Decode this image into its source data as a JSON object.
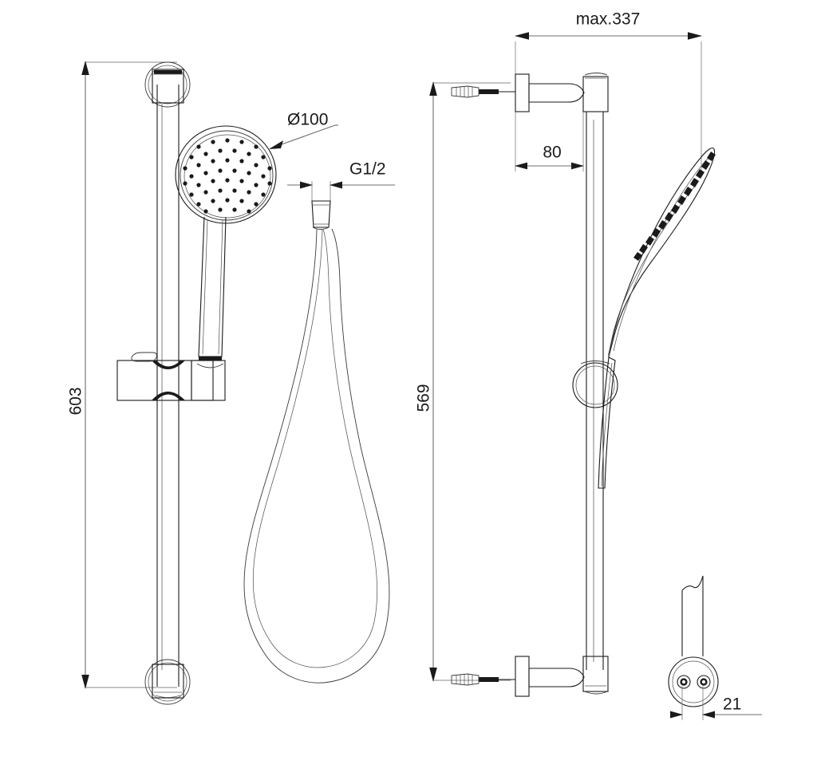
{
  "document": {
    "type": "technical-drawing",
    "subject": "Shower rail set with hand shower, hose and wall brackets",
    "views": [
      "front-elevation",
      "side-elevation",
      "bottom-detail"
    ],
    "background_color": "#ffffff",
    "line_color": "#1a1a1a",
    "dimension_line_color": "#6d6d6d"
  },
  "dimensions": {
    "rail_height": {
      "label": "603",
      "orientation": "vertical",
      "view": "front-elevation"
    },
    "head_diameter": {
      "label": "Ø100",
      "orientation": "leader",
      "view": "front-elevation"
    },
    "hose_thread": {
      "label": "G1/2",
      "orientation": "horizontal",
      "view": "front-elevation"
    },
    "projection_max": {
      "label": "max.337",
      "orientation": "horizontal",
      "view": "side-elevation"
    },
    "bracket_offset": {
      "label": "80",
      "orientation": "horizontal",
      "view": "side-elevation"
    },
    "rail_height_side": {
      "label": "569",
      "orientation": "vertical",
      "view": "side-elevation"
    },
    "rail_section_width": {
      "label": "21",
      "orientation": "horizontal",
      "view": "bottom-detail"
    }
  },
  "parts": {
    "shower_head": "shower-head-front",
    "shower_head_side": "shower-head-side",
    "hand_grip": "hand-shower-handle",
    "slider_bracket": "slider-bracket",
    "rail": "shower-rail",
    "hose": "shower-hose",
    "hose_nut": "hose-connector-nut",
    "wall_bracket_top": "wall-bracket-top",
    "wall_bracket_bottom": "wall-bracket-bottom",
    "wall_anchor_top": "wall-anchor-screw-top",
    "wall_anchor_bottom": "wall-anchor-screw-bottom",
    "ball_joint": "slider-ball-joint",
    "rail_section": "rail-section-detail"
  }
}
